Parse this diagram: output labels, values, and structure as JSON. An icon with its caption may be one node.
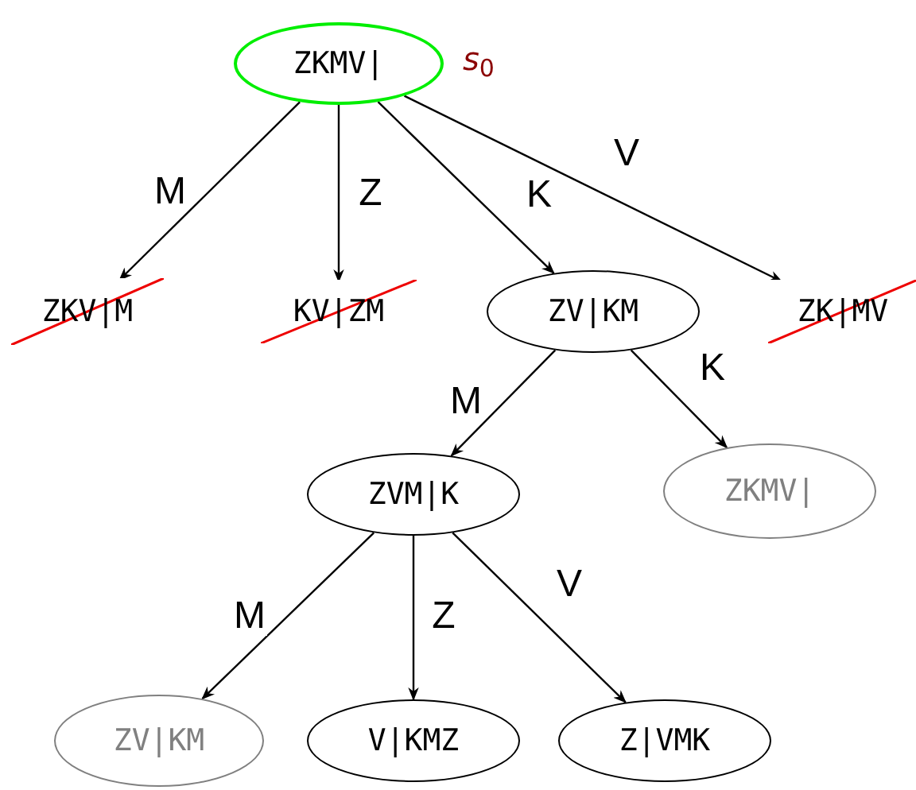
{
  "diagram": {
    "nodes": [
      {
        "text": [
          "ZKMV|"
        ],
        "beside": [
          "*s*$_{0}$"
        ]
      },
      {
        "text": [
          "ZKV|M"
        ]
      },
      {
        "text": [
          "KV|ZM"
        ]
      },
      {
        "text": [
          "ZV|KM"
        ]
      },
      {
        "text": [
          "ZK|MV"
        ]
      },
      {
        "text": [
          "ZVM|K"
        ]
      },
      {
        "text": [
          "ZKMV|"
        ]
      },
      {
        "text": [
          "ZV|KM"
        ]
      },
      {
        "text": [
          "V|KMZ"
        ]
      },
      {
        "text": [
          "Z|VMK"
        ]
      }
    ],
    "edges": [
      {
        "from": 0,
        "to": 1,
        "arrow": "to",
        "label": "M"
      },
      {
        "from": 0,
        "to": 2,
        "arrow": "to",
        "label": "Z"
      },
      {
        "from": 0,
        "to": 3,
        "arrow": "to",
        "label": "K"
      },
      {
        "from": 0,
        "to": 4,
        "arrow": "to",
        "label": "V"
      },
      {
        "from": 3,
        "to": 5,
        "arrow": "to",
        "label": "M"
      },
      {
        "from": 3,
        "to": 6,
        "arrow": "to",
        "label": "K"
      },
      {
        "from": 5,
        "to": 7,
        "arrow": "to",
        "label": "M"
      },
      {
        "from": 5,
        "to": 8,
        "arrow": "to",
        "label": "Z"
      },
      {
        "from": 5,
        "to": 9,
        "arrow": "to",
        "label": "V"
      }
    ]
  }
}
